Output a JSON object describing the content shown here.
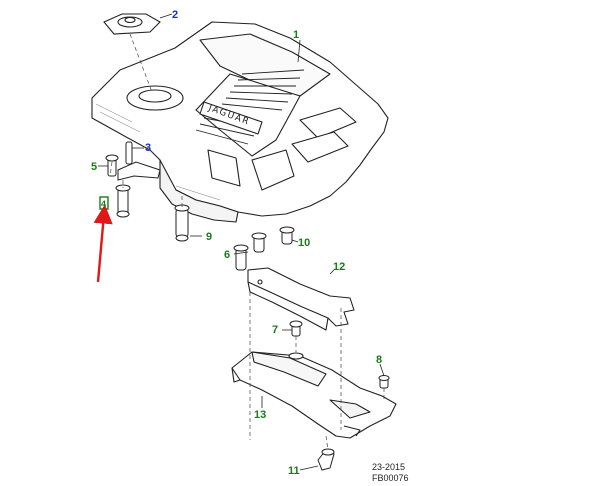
{
  "diagram": {
    "callouts": [
      {
        "id": "1",
        "label": "1"
      },
      {
        "id": "2",
        "label": "2"
      },
      {
        "id": "3",
        "label": "3"
      },
      {
        "id": "4",
        "label": "4"
      },
      {
        "id": "5",
        "label": "5"
      },
      {
        "id": "6",
        "label": "6"
      },
      {
        "id": "7",
        "label": "7"
      },
      {
        "id": "8",
        "label": "8"
      },
      {
        "id": "9",
        "label": "9"
      },
      {
        "id": "10",
        "label": "10"
      },
      {
        "id": "11",
        "label": "11"
      },
      {
        "id": "12",
        "label": "12"
      },
      {
        "id": "13",
        "label": "13"
      }
    ],
    "brand_emboss": "JAGUAR",
    "drawing_date": "23-2015",
    "drawing_code": "FB00076",
    "colors": {
      "callout_green": "#1b7a1b",
      "callout_blue": "#1a2fb5",
      "highlight_arrow": "#e01818",
      "line_art": "#222222",
      "fill": "#ffffff"
    }
  }
}
